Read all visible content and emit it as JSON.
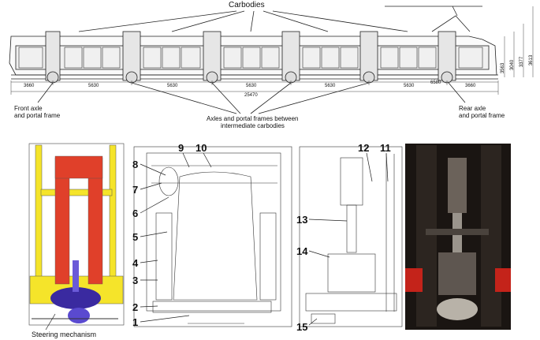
{
  "top": {
    "carbodies_label": "Carbodies",
    "front_axle_label": [
      "Front axle",
      "and portal frame"
    ],
    "intermediate_label": [
      "Axles and portal frames between",
      "intermediate carbodies"
    ],
    "rear_axle_label": [
      "Rear axle",
      "and portal frame"
    ],
    "dims_bottom": [
      "3660",
      "5630",
      "5630",
      "5630",
      "5630",
      "5630",
      "6580",
      "3660"
    ],
    "total_length": "25470",
    "heights": [
      "3613",
      "3377",
      "3040",
      "3563"
    ]
  },
  "bottom": {
    "steering_label": "Steering mechanism",
    "numbers": [
      "1",
      "2",
      "3",
      "4",
      "5",
      "6",
      "7",
      "8",
      "9",
      "10",
      "11",
      "12",
      "13",
      "14",
      "15"
    ]
  },
  "colors": {
    "frame_yellow": "#f5e42a",
    "body_red": "#e0402a",
    "motor_blue": "#3a2aa0",
    "photo_dark": "#1a1512",
    "photo_red": "#c4231a"
  }
}
